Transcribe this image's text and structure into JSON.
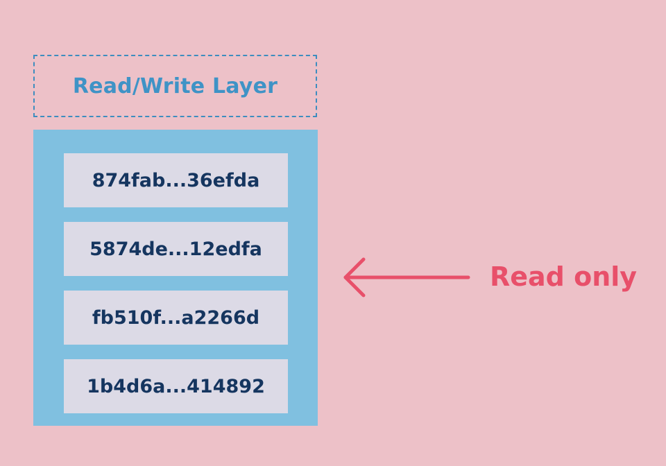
{
  "diagram": {
    "write_layer": {
      "label": "Read/Write Layer"
    },
    "read_only_layers": [
      {
        "hash": "874fab...36efda"
      },
      {
        "hash": "5874de...12edfa"
      },
      {
        "hash": "fb510f...a2266d"
      },
      {
        "hash": "1b4d6a...414892"
      }
    ],
    "annotation": {
      "label": "Read only"
    }
  },
  "colors": {
    "background": "#edc1c8",
    "write_layer_accent": "#3f93c6",
    "stack_fill": "#80c0e0",
    "layer_fill": "#dcdae6",
    "layer_text": "#15355f",
    "annotation": "#e8506a"
  }
}
